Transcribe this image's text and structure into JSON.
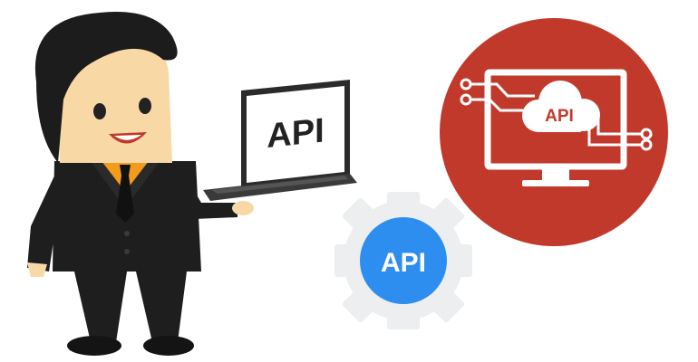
{
  "laptop": {
    "screen_text": "API"
  },
  "gear_badge": {
    "text": "API",
    "color": "#2d8ef0"
  },
  "red_circle": {
    "cloud_text": "API",
    "color": "#c1392b",
    "text_color": "#c1392b"
  },
  "colors": {
    "suit": "#1e1e1e",
    "skin": "#f8d9a6",
    "hair": "#1c1c1c",
    "shirt": "#f29b1d",
    "gear": "#eceeef"
  }
}
